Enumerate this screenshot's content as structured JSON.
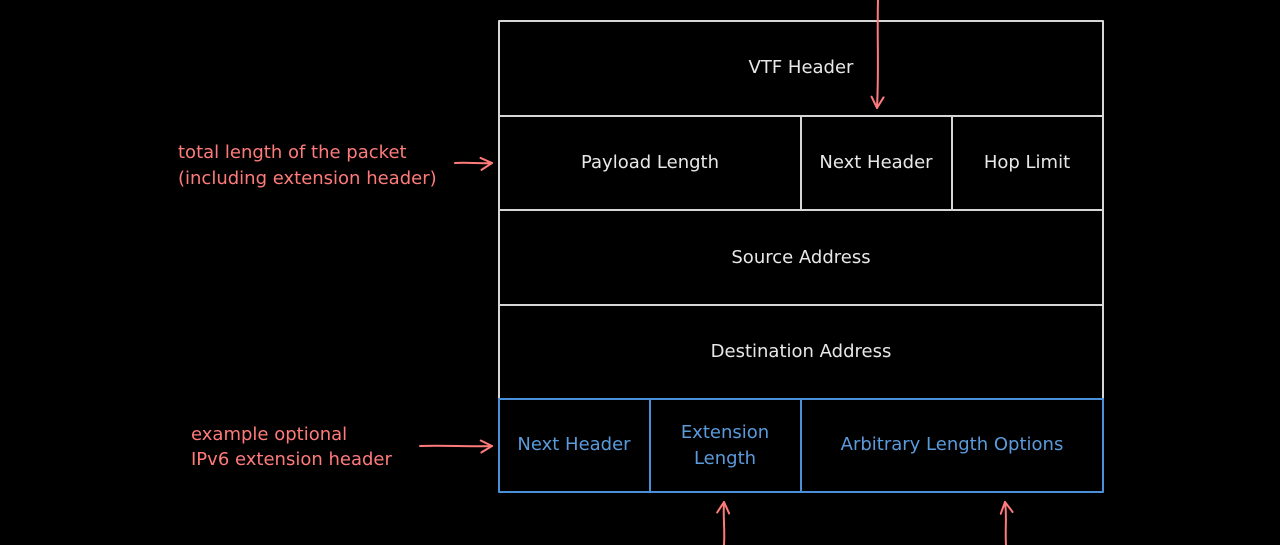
{
  "colors": {
    "background": "#000000",
    "header_stroke": "#d6d6d6",
    "header_text": "#e8e8e8",
    "extension_stroke": "#4a90d9",
    "extension_text": "#5b9bdc",
    "annotation": "#ff7b7b"
  },
  "header": {
    "vtf_header": "VTF Header",
    "payload_length": "Payload Length",
    "next_header": "Next Header",
    "hop_limit": "Hop Limit",
    "source_address": "Source Address",
    "destination_address": "Destination Address"
  },
  "extension": {
    "next_header": "Next Header",
    "extension_length_line1": "Extension",
    "extension_length_line2": "Length",
    "options": "Arbitrary Length Options"
  },
  "annotations": {
    "total_length_line1": "total length of the packet",
    "total_length_line2": "(including extension header)",
    "optional_ext_line1": "example optional",
    "optional_ext_line2": "IPv6 extension header"
  }
}
